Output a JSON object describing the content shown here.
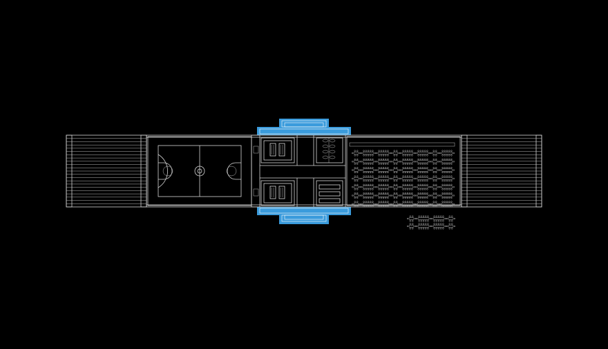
{
  "drawing": {
    "background_color": "#000000",
    "line_color": "#d8d8d8",
    "accent_color": "#3a9bdc"
  },
  "bleachers_rows": 22,
  "court": {
    "elements": [
      "outer-boundary",
      "center-line",
      "center-circle",
      "key-left",
      "key-right"
    ]
  },
  "lunch_tables": {
    "main_rows": 7,
    "main_table_groups_per_row": 7,
    "overflow_rows": 2,
    "overflow_table_groups_per_row": 3
  }
}
